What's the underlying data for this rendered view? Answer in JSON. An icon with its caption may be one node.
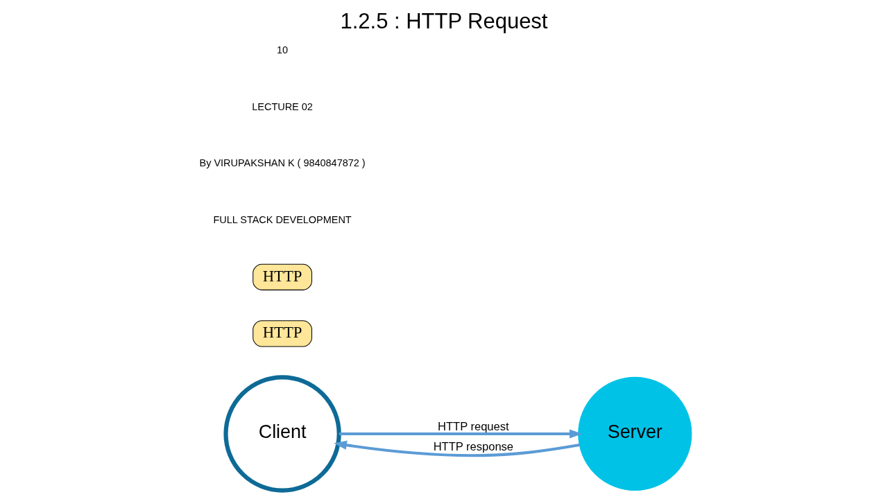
{
  "diagram": {
    "title": "1.2.5 : HTTP Request",
    "nodes": [
      {
        "text": [
          "Client"
        ]
      },
      {
        "text": [
          "Server"
        ]
      },
      {
        "text": [
          "HTTP"
        ]
      },
      {
        "text": [
          "HTTP"
        ]
      }
    ],
    "edges": [
      {
        "from": 0,
        "to": 1,
        "arrow": "to",
        "label": "HTTP request"
      },
      {
        "from": 1,
        "to": 0,
        "arrow": "to",
        "label": "HTTP response"
      }
    ],
    "labels": [
      "FULL STACK DEVELOPMENT",
      "By VIRUPAKSHAN K ( 9840847872 )",
      "LECTURE 02",
      "10"
    ]
  }
}
